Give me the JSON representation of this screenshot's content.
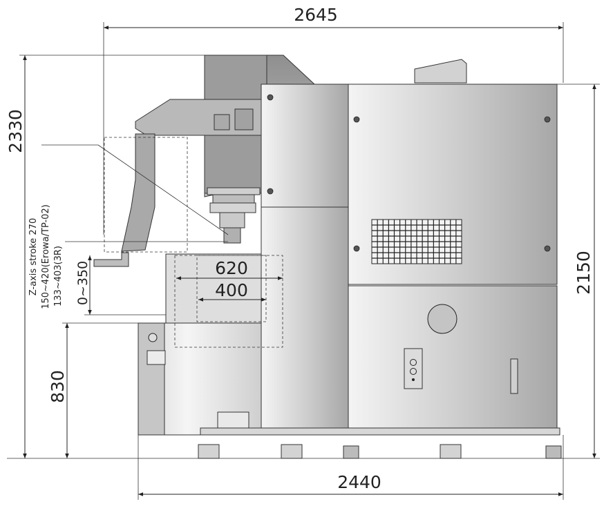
{
  "dimensions": {
    "overall_width": "2645",
    "overall_height": "2330",
    "base_width": "2440",
    "body_height": "2150",
    "table_height": "830",
    "travel_620": "620",
    "travel_400": "400",
    "z_range": "0~350"
  },
  "notes": {
    "z_stroke": "Z-axis stroke 270",
    "erowa": "150~420(Erowa/TP-02)",
    "three_r": "133~403(3R)"
  },
  "colors": {
    "panel_light": "#e9e9e9",
    "panel_dark": "#9a9a9a",
    "outline": "#333333"
  }
}
